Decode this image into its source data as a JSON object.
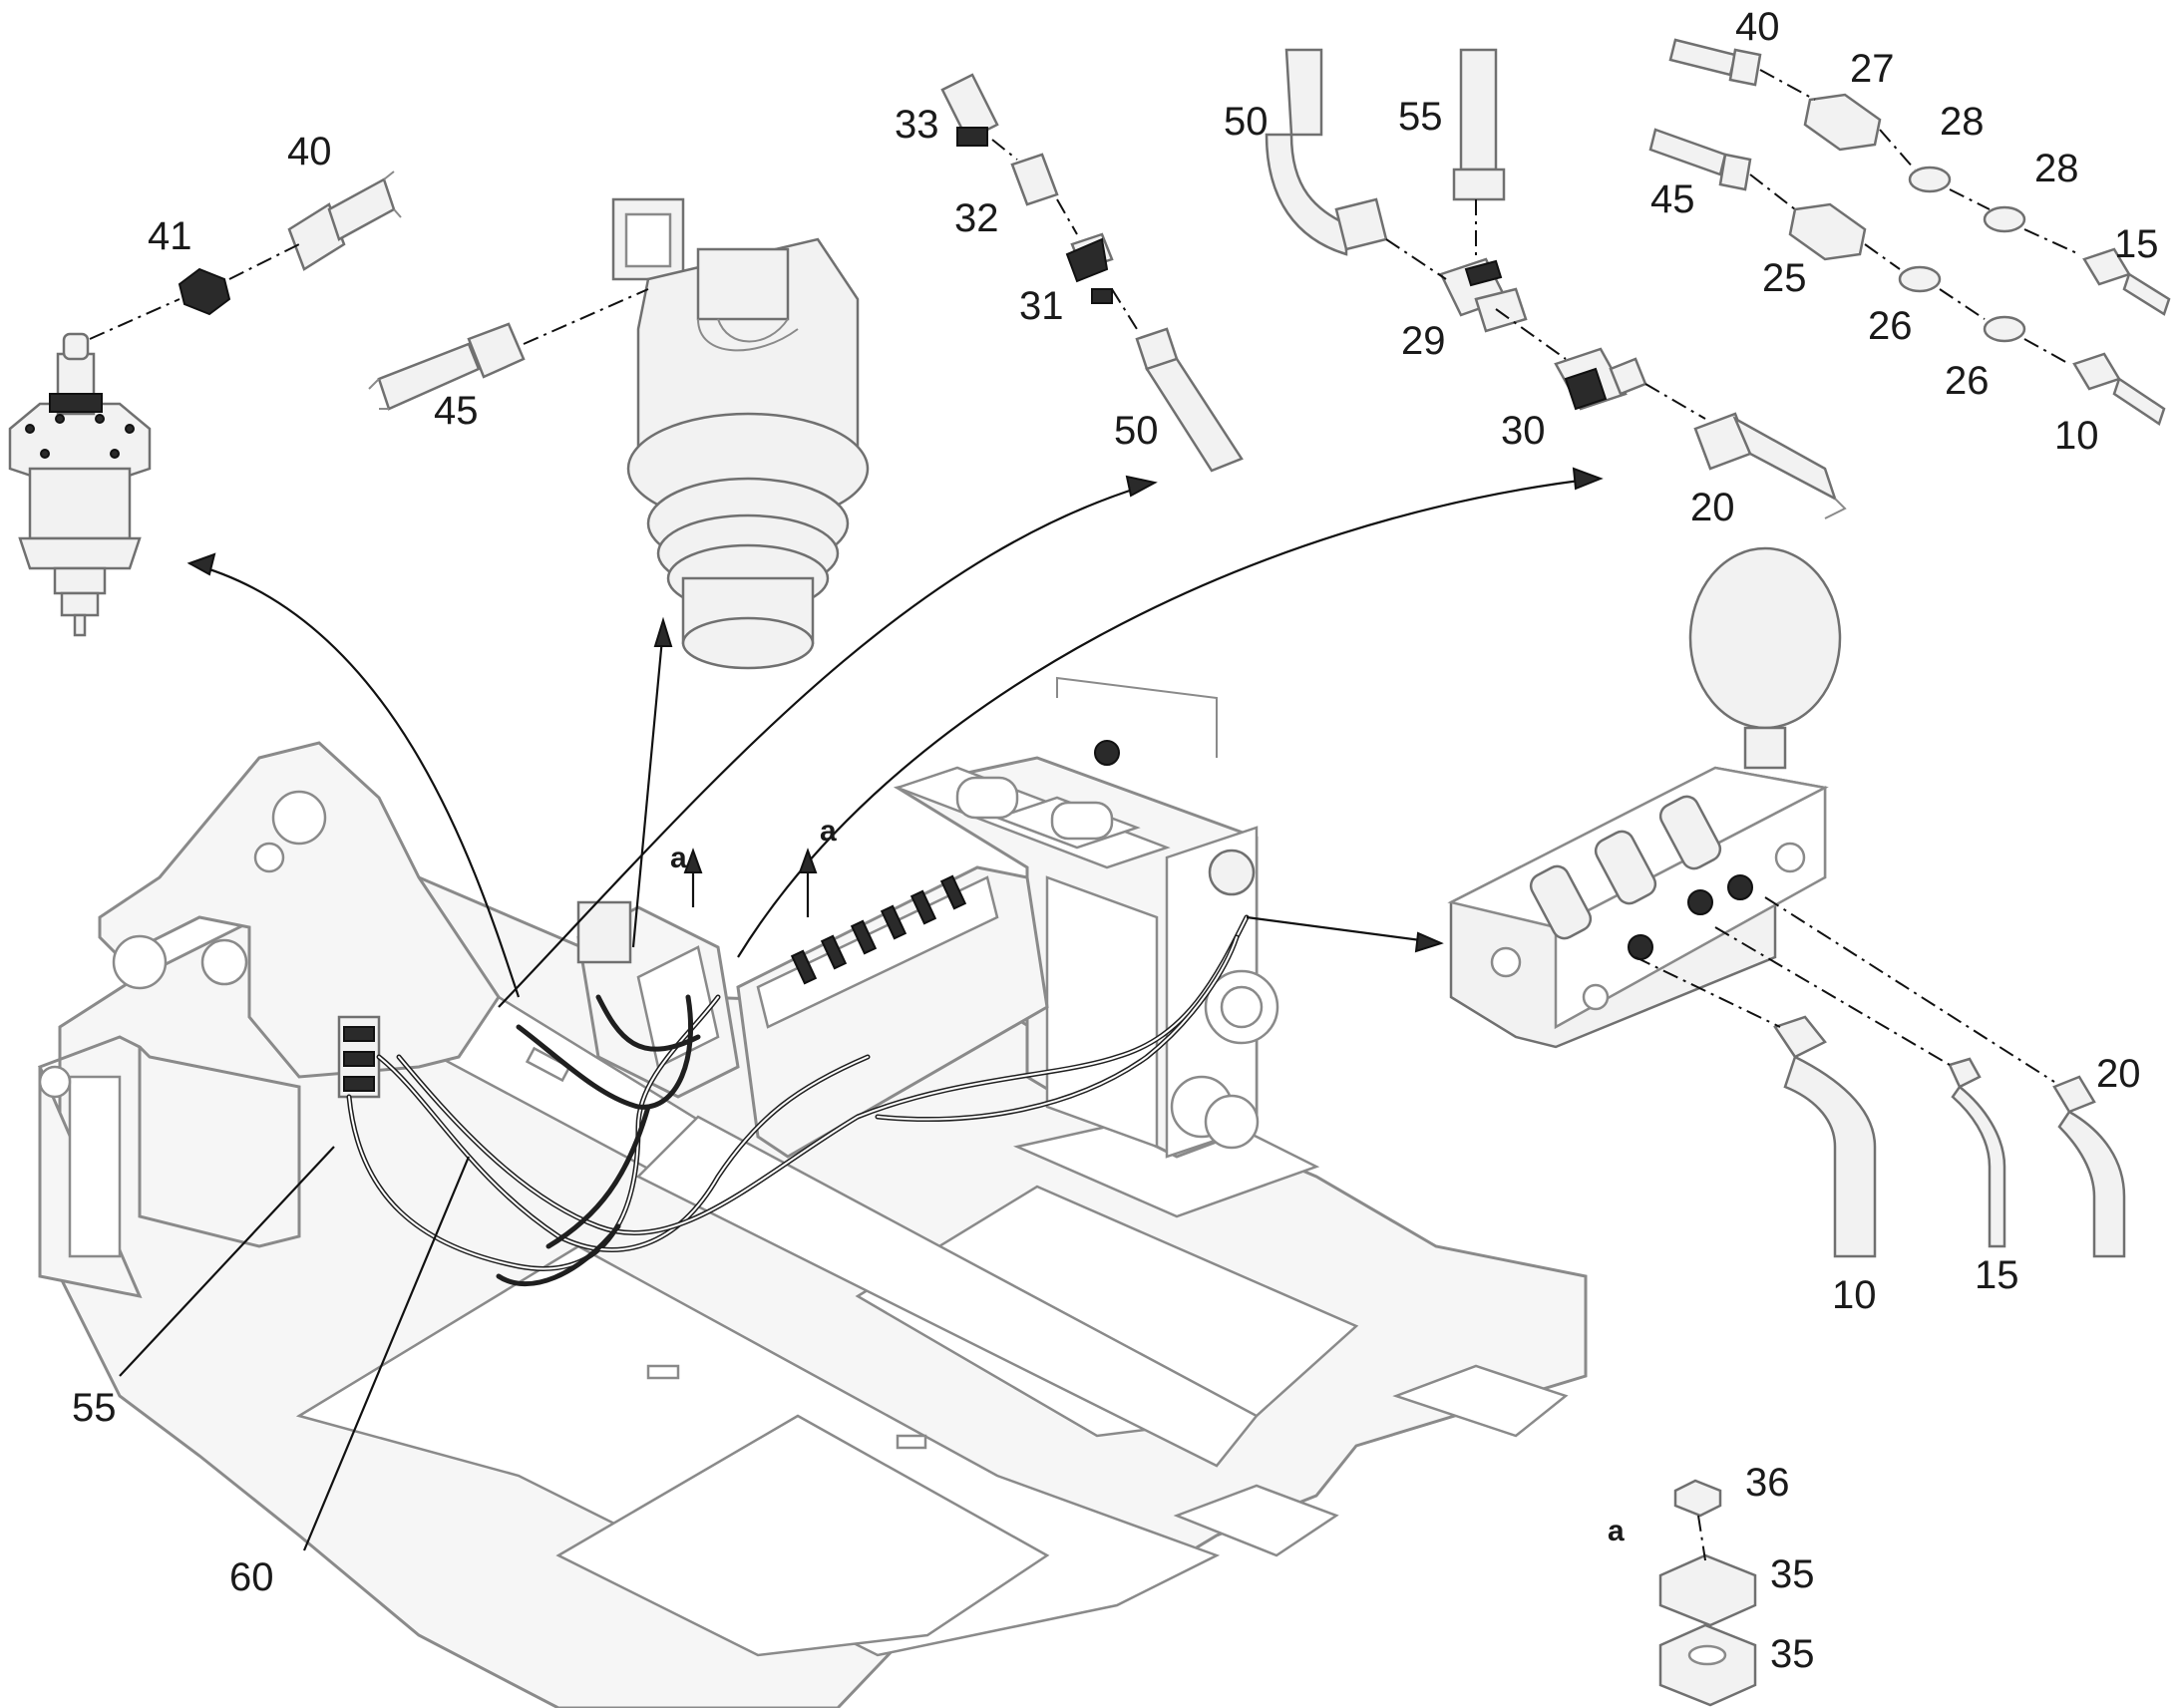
{
  "callouts": {
    "c10a": "10",
    "c10b": "10",
    "c15a": "15",
    "c15b": "15",
    "c20a": "20",
    "c20b": "20",
    "c25": "25",
    "c26a": "26",
    "c26b": "26",
    "c27": "27",
    "c28a": "28",
    "c28b": "28",
    "c29": "29",
    "c30": "30",
    "c31": "31",
    "c32": "32",
    "c33": "33",
    "c35a": "35",
    "c35b": "35",
    "c36": "36",
    "c40a": "40",
    "c40b": "40",
    "c41": "41",
    "c45a": "45",
    "c45b": "45",
    "c50a": "50",
    "c50b": "50",
    "c55a": "55",
    "c55b": "55",
    "c60": "60",
    "ca1": "a",
    "ca2": "a",
    "ca3": "a"
  }
}
